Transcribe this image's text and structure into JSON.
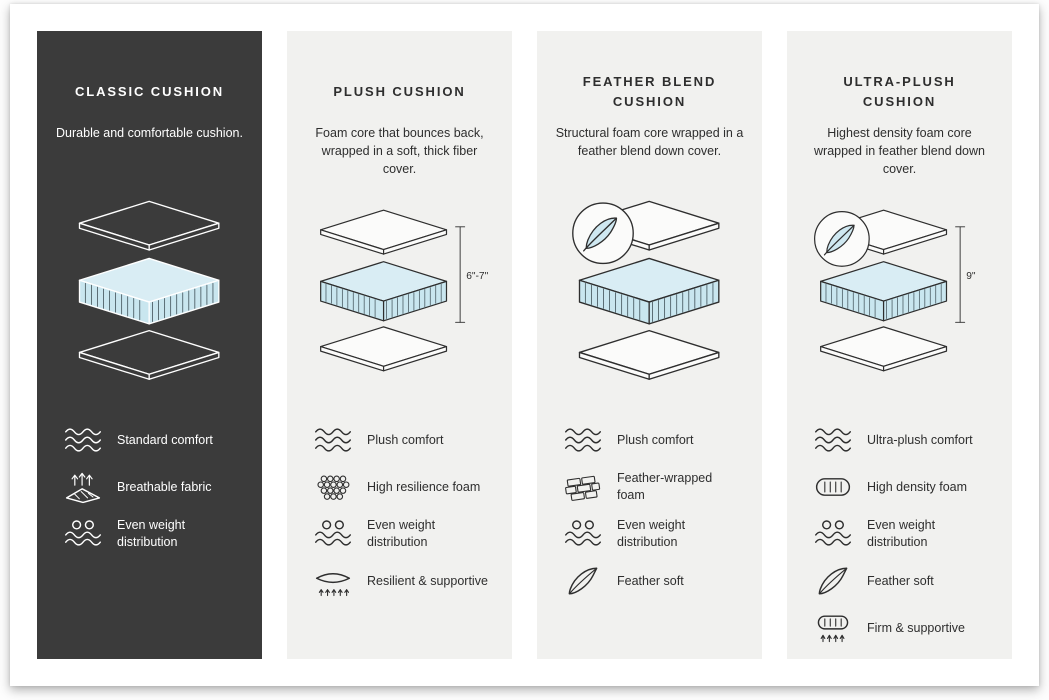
{
  "colors": {
    "dark_card_bg": "#3b3b3b",
    "light_card_bg": "#f1f1ef",
    "foam_blue": "#cfe8f1",
    "text_dark": "#2e2e2e",
    "text_light": "#ffffff"
  },
  "cards": [
    {
      "title": "CLASSIC CUSHION",
      "description": "Durable and comfortable cushion.",
      "illustration": {
        "feather": false,
        "measure": ""
      },
      "features": [
        {
          "icon": "waves-icon",
          "label": "Standard comfort"
        },
        {
          "icon": "breathable-icon",
          "label": "Breathable fabric"
        },
        {
          "icon": "even-weight-icon",
          "label": "Even weight distribution"
        }
      ]
    },
    {
      "title": "PLUSH CUSHION",
      "description": "Foam core that bounces back, wrapped in a soft, thick fiber cover.",
      "illustration": {
        "feather": false,
        "measure": "6\"-7\""
      },
      "features": [
        {
          "icon": "waves-icon",
          "label": "Plush comfort"
        },
        {
          "icon": "foam-cells-icon",
          "label": "High resilience foam"
        },
        {
          "icon": "even-weight-icon",
          "label": "Even weight distribution"
        },
        {
          "icon": "resilient-icon",
          "label": "Resilient & supportive"
        }
      ]
    },
    {
      "title": "FEATHER BLEND CUSHION",
      "description": "Structural foam core wrapped in a feather blend down cover.",
      "illustration": {
        "feather": true,
        "measure": ""
      },
      "features": [
        {
          "icon": "waves-icon",
          "label": "Plush comfort"
        },
        {
          "icon": "feather-foam-icon",
          "label": "Feather-wrapped foam"
        },
        {
          "icon": "even-weight-icon",
          "label": "Even weight distribution"
        },
        {
          "icon": "feather-icon",
          "label": "Feather soft"
        }
      ]
    },
    {
      "title": "ULTRA-PLUSH CUSHION",
      "description": "Highest density foam core wrapped in feather blend down cover.",
      "illustration": {
        "feather": true,
        "measure": "9\""
      },
      "features": [
        {
          "icon": "waves-icon",
          "label": "Ultra-plush comfort"
        },
        {
          "icon": "density-icon",
          "label": "High density foam"
        },
        {
          "icon": "even-weight-icon",
          "label": "Even weight distribution"
        },
        {
          "icon": "feather-icon",
          "label": "Feather soft"
        },
        {
          "icon": "firm-icon",
          "label": "Firm & supportive"
        }
      ]
    }
  ]
}
